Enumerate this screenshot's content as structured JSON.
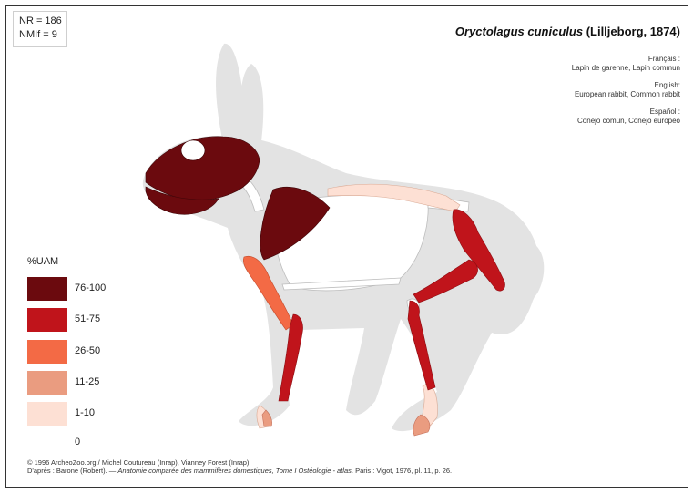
{
  "counts": {
    "nr": "NR = 186",
    "nmi": "NMIf = 9"
  },
  "title": {
    "species": "Oryctolagus cuniculus",
    "author": "(Lilljeborg, 1874)"
  },
  "common_names": [
    {
      "language": "Français :",
      "names": "Lapin de garenne, Lapin commun"
    },
    {
      "language": "English:",
      "names": "European rabbit, Common rabbit"
    },
    {
      "language": "Español :",
      "names": "Conejo común, Conejo europeo"
    }
  ],
  "legend": {
    "title": "%UAM",
    "items": [
      {
        "label": "76-100",
        "color": "#6b0a0e"
      },
      {
        "label": "51-75",
        "color": "#c0141b"
      },
      {
        "label": "26-50",
        "color": "#f36a45"
      },
      {
        "label": "11-25",
        "color": "#ea9c80"
      },
      {
        "label": "1-10",
        "color": "#fde0d4"
      },
      {
        "label": "0",
        "color": "#ffffff"
      }
    ]
  },
  "credits": {
    "line1": "© 1996 ArcheoZoo.org / Michel Coutureau (Inrap), Vianney Forest (Inrap)",
    "line2_prefix": "D'après : Barone (Robert). — ",
    "line2_title": "Anatomie comparée des mammifères domestiques, Tome I Ostéologie - atlas",
    "line2_suffix": ". Paris : Vigot, 1976, pl. 11, p. 26."
  },
  "colors": {
    "silhouette": "#e3e3e3",
    "bone_unrepresented": "#ffffff",
    "bone_outline": "#bdbdbd"
  }
}
